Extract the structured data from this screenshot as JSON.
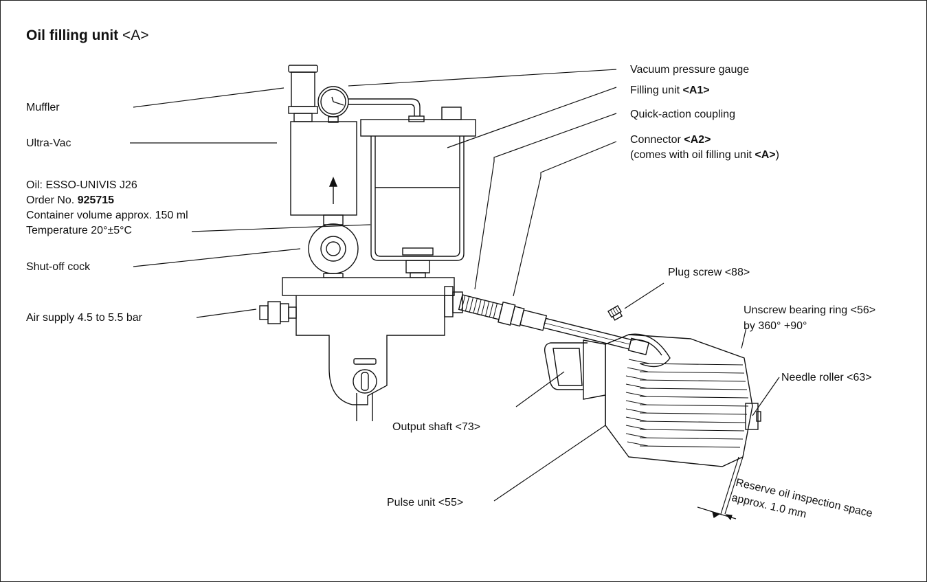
{
  "title": {
    "bold": "Oil filling unit",
    "suffix": " <A>"
  },
  "labels": {
    "muffler": "Muffler",
    "ultra_vac": "Ultra-Vac",
    "oil_1": "Oil: ESSO-UNIVIS J26",
    "oil_2_prefix": "Order No. ",
    "oil_2_bold": "925715",
    "oil_3": "Container volume approx. 150 ml",
    "oil_4": "Temperature 20°±5°C",
    "shutoff": "Shut-off cock",
    "air": "Air supply 4.5 to 5.5 bar",
    "vacuum": "Vacuum pressure gauge",
    "filling_prefix": "Filling unit ",
    "filling_bold": "<A1>",
    "quick": "Quick-action coupling",
    "connector_prefix": "Connector ",
    "connector_bold": "<A2>",
    "connector_2_prefix": "(comes with oil filling unit ",
    "connector_2_bold": "<A>",
    "connector_2_suffix": ")",
    "plug": "Plug screw <88>",
    "unscrew_1": "Unscrew bearing ring <56>",
    "unscrew_2": "by 360° +90°",
    "needle": "Needle roller <63>",
    "output": "Output shaft <73>",
    "pulse": "Pulse unit <55>",
    "reserve_1": "Reserve oil inspection space",
    "reserve_2": "approx. 1.0 mm"
  }
}
